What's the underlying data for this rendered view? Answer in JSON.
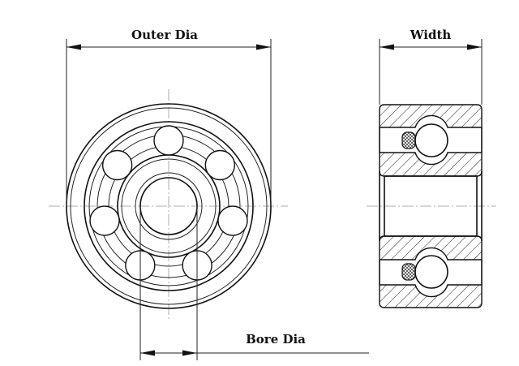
{
  "labels": {
    "outer_dia": "Outer Dia",
    "width": "Width",
    "bore_dia": "Bore Dia"
  },
  "colors": {
    "line": "#111111",
    "centerline": "#999999",
    "background": "#ffffff"
  },
  "ball_count": 7
}
